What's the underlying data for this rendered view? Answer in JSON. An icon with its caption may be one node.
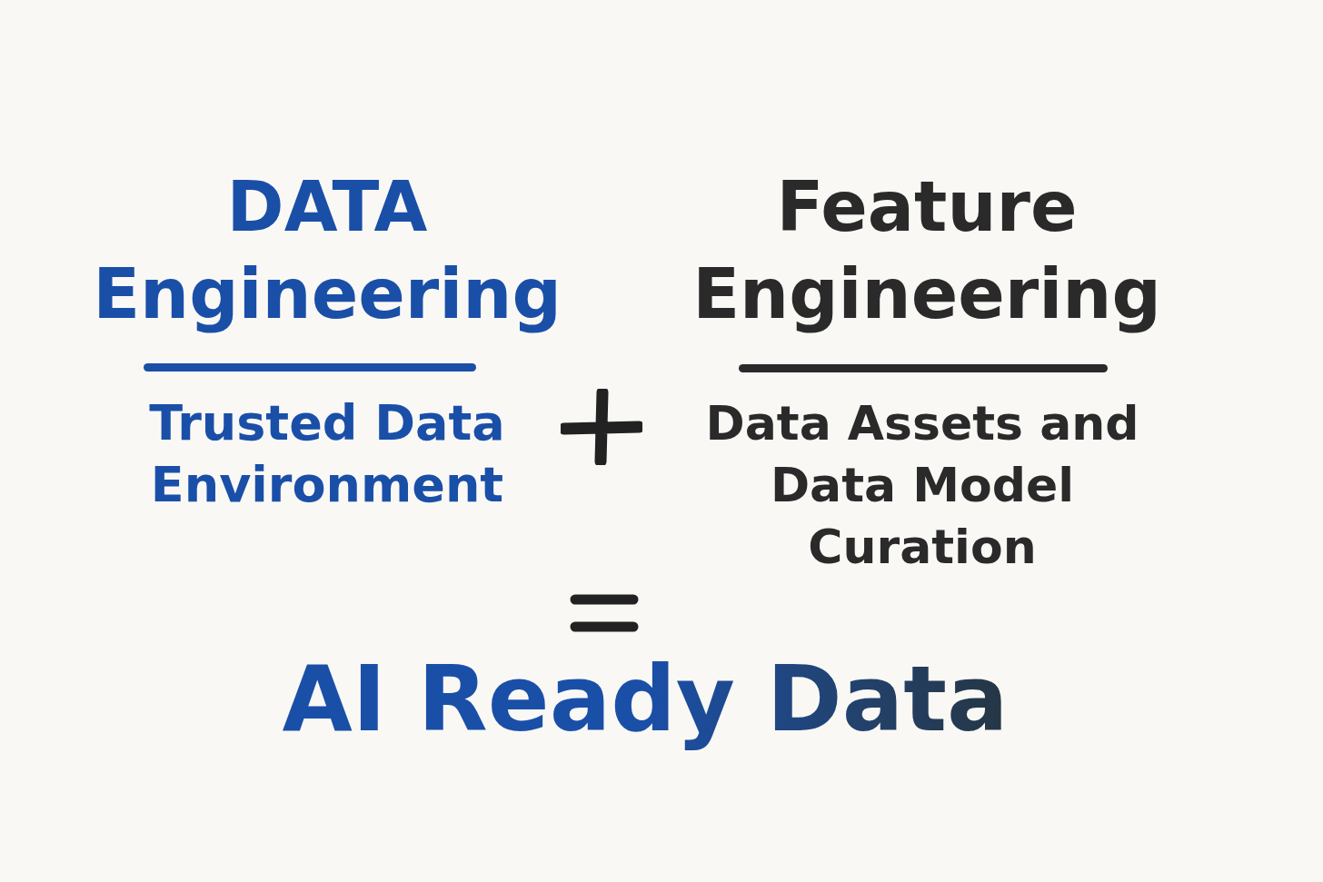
{
  "diagram": {
    "labels": [
      "DATA Engineering",
      "Feature Engineering",
      "Trusted Data Environment",
      "Data Assets and Data Model Curation",
      "AI Ready Data"
    ]
  }
}
